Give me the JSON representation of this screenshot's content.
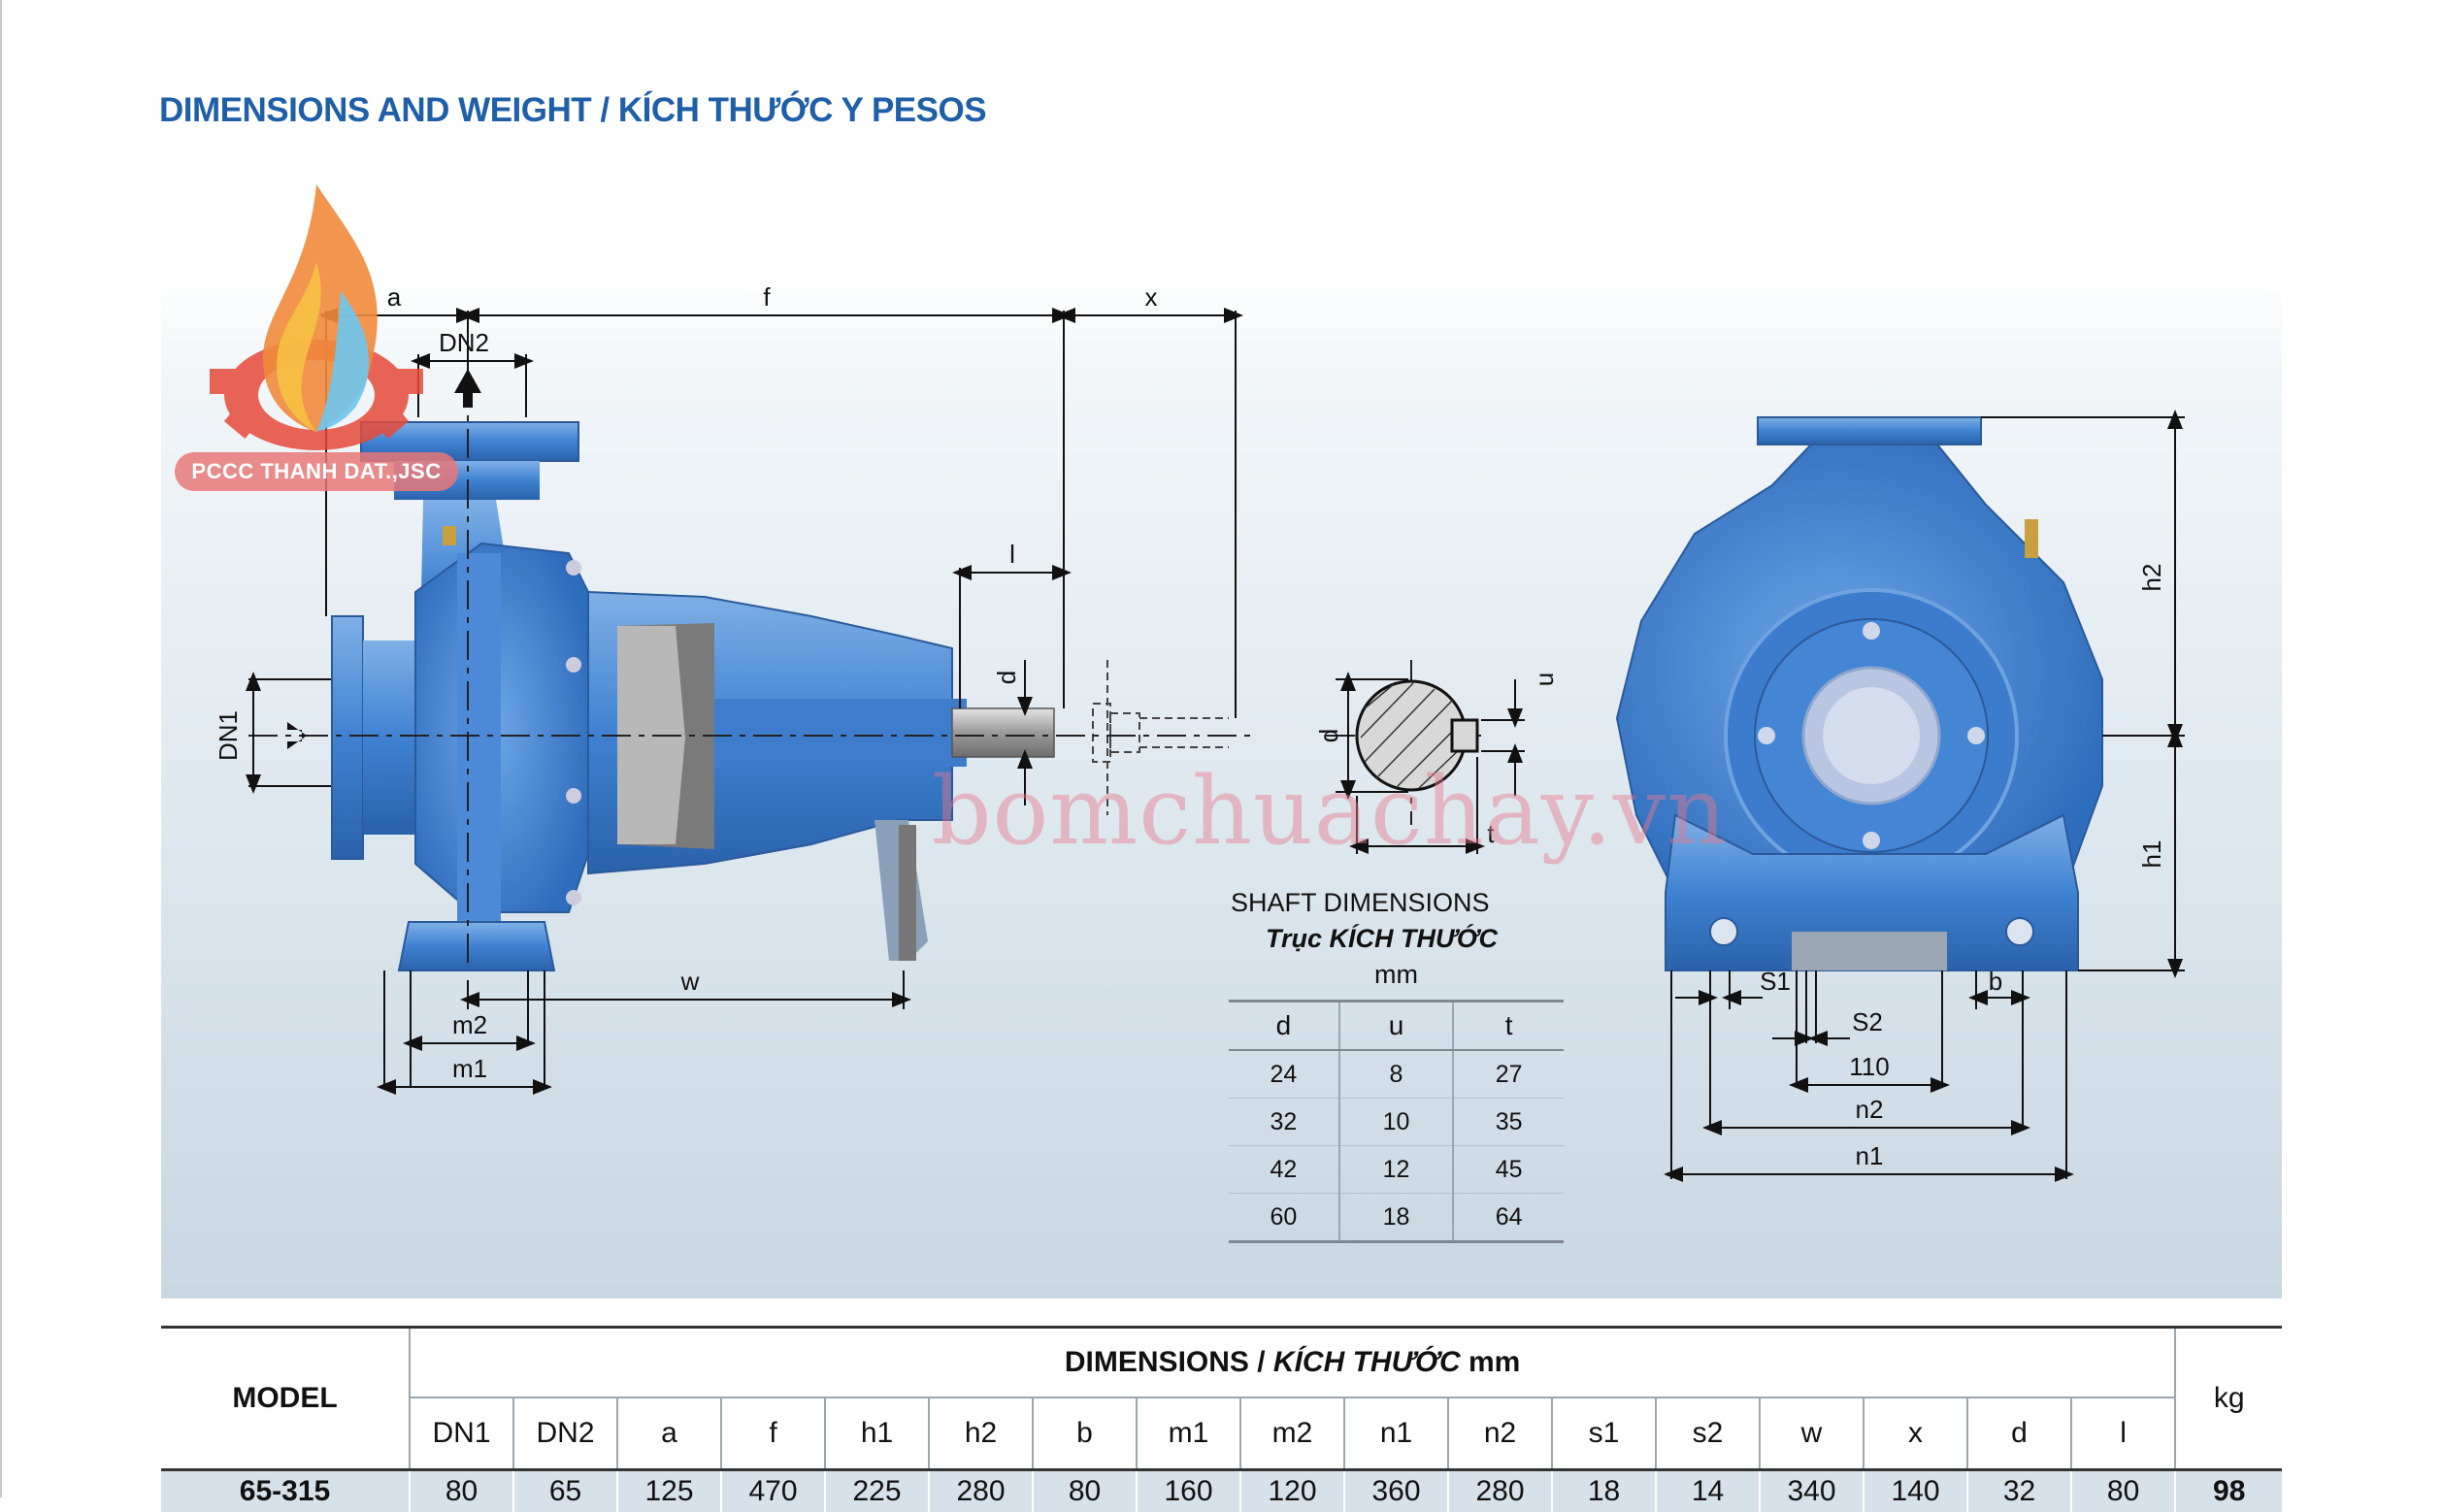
{
  "title": "DIMENSIONS AND WEIGHT / KÍCH THƯỚC Y PESOS",
  "logo": {
    "text": "PCCC THANH DAT.,JSC",
    "icon": "flame-gear-logo"
  },
  "watermark": "bomchuachay.vn",
  "drawing_labels": {
    "a": "a",
    "f": "f",
    "x": "x",
    "dn2": "DN2",
    "dn1": "DN1",
    "l": "l",
    "d": "d",
    "w": "w",
    "m2": "m2",
    "m1": "m1",
    "u": "u",
    "t": "t",
    "d_shaft": "d",
    "h2": "h2",
    "h1": "h1",
    "s1": "S1",
    "s2": "S2",
    "b": "b",
    "v110": "110",
    "n2": "n2",
    "n1": "n1"
  },
  "shaft": {
    "title": "SHAFT DIMENSIONS",
    "subtitle": "Trục KÍCH THƯỚC",
    "unit": "mm",
    "headers": [
      "d",
      "u",
      "t"
    ],
    "rows": [
      [
        "24",
        "8",
        "27"
      ],
      [
        "32",
        "10",
        "35"
      ],
      [
        "42",
        "12",
        "45"
      ],
      [
        "60",
        "18",
        "64"
      ]
    ]
  },
  "table": {
    "model_header": "MODEL",
    "dims_header_a": "DIMENSIONS / ",
    "dims_header_b": "KÍCH THƯỚC",
    "dims_header_c": " mm",
    "weight_header": "kg",
    "columns": [
      "DN1",
      "DN2",
      "a",
      "f",
      "h1",
      "h2",
      "b",
      "m1",
      "m2",
      "n1",
      "n2",
      "s1",
      "s2",
      "w",
      "x",
      "d",
      "l"
    ],
    "row": {
      "model": "65-315",
      "values": [
        "80",
        "65",
        "125",
        "470",
        "225",
        "280",
        "80",
        "160",
        "120",
        "360",
        "280",
        "18",
        "14",
        "340",
        "140",
        "32",
        "80"
      ],
      "weight": "98"
    }
  }
}
